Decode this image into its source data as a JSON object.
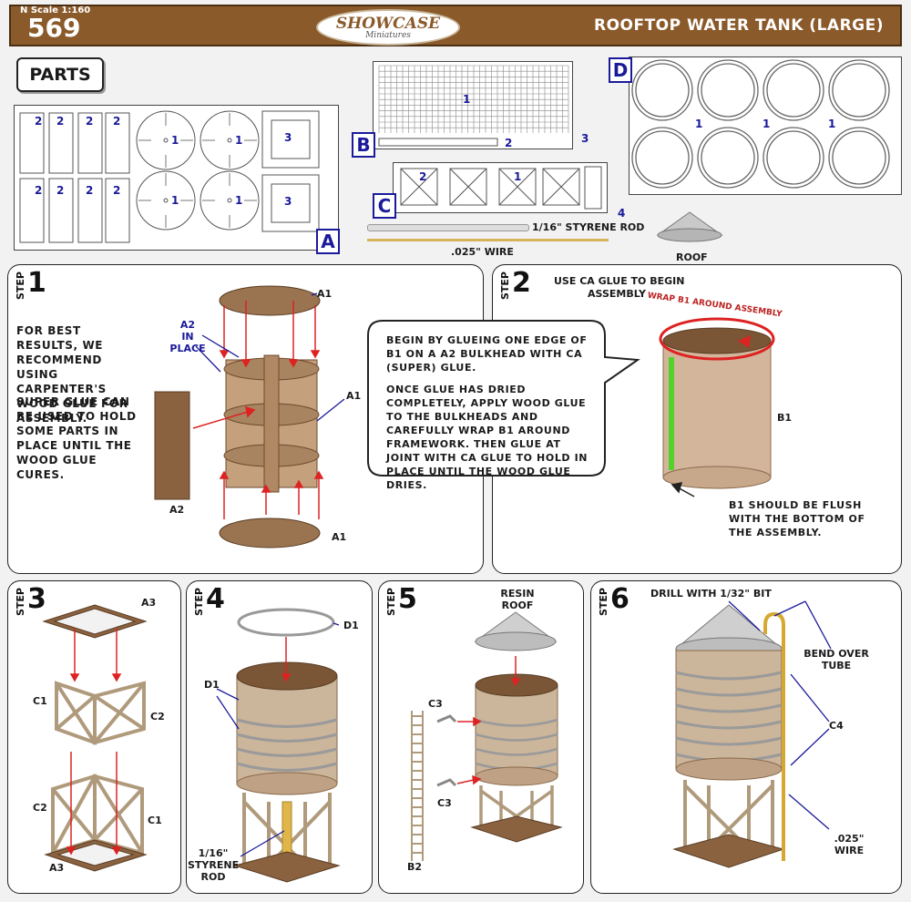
{
  "header": {
    "scale": "N Scale  1:160",
    "kit_number": "569",
    "logo_main": "SHOWCASE",
    "logo_sub": "Miniatures",
    "title": "ROOFTOP  WATER TANK (LARGE)"
  },
  "parts": {
    "label": "PARTS",
    "sheet_a": {
      "letter": "A",
      "nums": [
        "2",
        "2",
        "2",
        "2",
        "2",
        "2",
        "2",
        "2",
        "1",
        "1",
        "1",
        "1",
        "3",
        "3"
      ]
    },
    "sheet_b": {
      "letter": "B",
      "nums": [
        "1",
        "2"
      ]
    },
    "sheet_c": {
      "letter": "C",
      "nums": [
        "2",
        "1",
        "3",
        "4"
      ]
    },
    "sheet_d": {
      "letter": "D",
      "nums": [
        "1",
        "1",
        "1"
      ]
    },
    "styrene_rod": "1/16\" STYRENE ROD",
    "wire": ".025\" WIRE",
    "roof": "ROOF"
  },
  "step1": {
    "word": "STEP",
    "num": "1",
    "text1": "FOR BEST RESULTS, WE RECOMMEND USING CARPENTER'S WOOD GLUE FOR ASSEMBLY.",
    "text2": "SUPER GLUE CAN BE USED TO HOLD SOME PARTS IN PLACE UNTIL THE WOOD GLUE CURES.",
    "label_a1_top": "A1",
    "label_a1_mid": "A1",
    "label_a1_bot": "A1",
    "label_a2_in_place": "A2\nIN\nPLACE",
    "label_a2": "A2"
  },
  "step2": {
    "word": "STEP",
    "num": "2",
    "heading1": "USE CA GLUE TO BEGIN",
    "heading2": "ASSEMBLY",
    "callout1": "BEGIN BY GLUEING ONE EDGE OF B1 ON A A2 BULKHEAD WITH CA (SUPER) GLUE.",
    "callout2": "ONCE GLUE HAS DRIED COMPLETELY, APPLY WOOD GLUE TO THE BULKHEADS AND CAREFULLY WRAP B1 AROUND FRAMEWORK.  THEN GLUE AT JOINT WITH CA GLUE TO HOLD IN PLACE UNTIL THE WOOD GLUE DRIES.",
    "wrap": "WRAP B1 AROUND ASSEMBLY",
    "b1": "B1",
    "flush": "B1 SHOULD BE FLUSH WITH THE BOTTOM OF THE ASSEMBLY."
  },
  "step3": {
    "word": "STEP",
    "num": "3",
    "a3_top": "A3",
    "c1_left": "C1",
    "c2_right": "C2",
    "c2_left": "C2",
    "c1_right": "C1",
    "a3_bot": "A3"
  },
  "step4": {
    "word": "STEP",
    "num": "4",
    "d1_top": "D1",
    "d1_left": "D1",
    "rod": "1/16\"\nSTYRENE\nROD"
  },
  "step5": {
    "word": "STEP",
    "num": "5",
    "roof": "RESIN\nROOF",
    "c3_top": "C3",
    "c3_bot": "C3",
    "b2": "B2"
  },
  "step6": {
    "word": "STEP",
    "num": "6",
    "drill": "DRILL WITH 1/32\" BIT",
    "bend": "BEND OVER\nTUBE",
    "c4": "C4",
    "wire": ".025\"\nWIRE"
  },
  "colors": {
    "header": "#8b5a2b",
    "wood": "#b08864",
    "wood_dark": "#6e4a2e",
    "arrow": "#d22",
    "pointer": "#1a1a9a"
  }
}
